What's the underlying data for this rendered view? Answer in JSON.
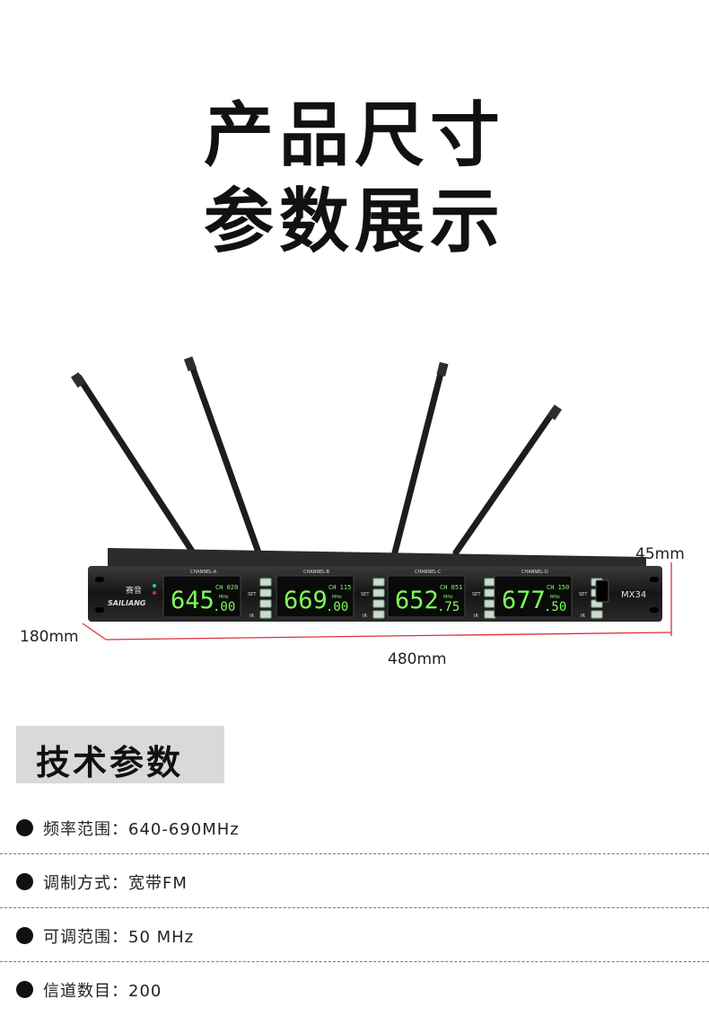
{
  "title_line1": "产品尺寸",
  "title_line2": "参数展示",
  "device": {
    "brand": "赛音",
    "brand_en": "SAILIANG",
    "model": "MX34",
    "channels": [
      {
        "label": "CHANNEL-A",
        "freq_main": "645",
        "freq_dec": "00",
        "ch": "020"
      },
      {
        "label": "CHANNEL-B",
        "freq_main": "669",
        "freq_dec": "00",
        "ch": "115"
      },
      {
        "label": "CHANNEL-C",
        "freq_main": "652",
        "freq_dec": "75",
        "ch": "051"
      },
      {
        "label": "CHANNEL-D",
        "freq_main": "677",
        "freq_dec": "50",
        "ch": "150"
      }
    ],
    "button_labels": [
      "SET",
      "IR"
    ],
    "unit": "MHz"
  },
  "dimensions": {
    "height": "45mm",
    "depth": "180mm",
    "width": "480mm"
  },
  "section_title": "技术参数",
  "specs": [
    {
      "label": "频率范围：",
      "value": "640-690MHz"
    },
    {
      "label": "调制方式：",
      "value": "宽带FM"
    },
    {
      "label": "可调范围：",
      "value": "50 MHz"
    },
    {
      "label": "信道数目：",
      "value": "200"
    }
  ],
  "colors": {
    "lcd_green": "#7dff5a",
    "device_black": "#1a1a1a",
    "dimension_red": "#e0303a"
  }
}
